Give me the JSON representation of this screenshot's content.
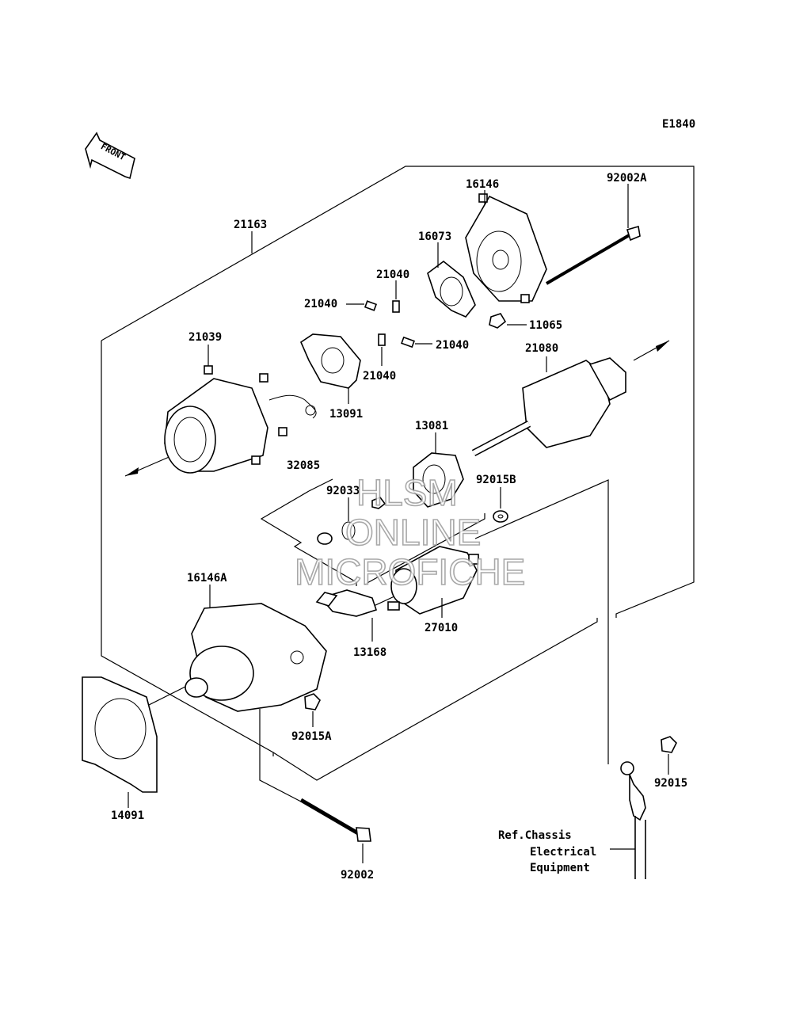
{
  "diagram_code": "E1840",
  "front_label": "FRONT",
  "parts": {
    "p16146": "16146",
    "p92002A": "92002A",
    "p21163": "21163",
    "p16073": "16073",
    "p21040_a": "21040",
    "p21040_b": "21040",
    "p21040_c": "21040",
    "p21040_d": "21040",
    "p11065": "11065",
    "p21039": "21039",
    "p21080": "21080",
    "p13091": "13091",
    "p13081": "13081",
    "p32085": "32085",
    "p92033": "92033",
    "p92015B": "92015B",
    "p16146A": "16146A",
    "p27010": "27010",
    "p13168": "13168",
    "p92015A": "92015A",
    "p92015": "92015",
    "p14091": "14091",
    "p92002": "92002"
  },
  "reference_note": {
    "line1": "Ref.Chassis",
    "line2": "Electrical",
    "line3": "Equipment"
  },
  "watermark": {
    "line1": "HLSM",
    "line2": "ONLINE",
    "line3": "MICROFICHE"
  }
}
